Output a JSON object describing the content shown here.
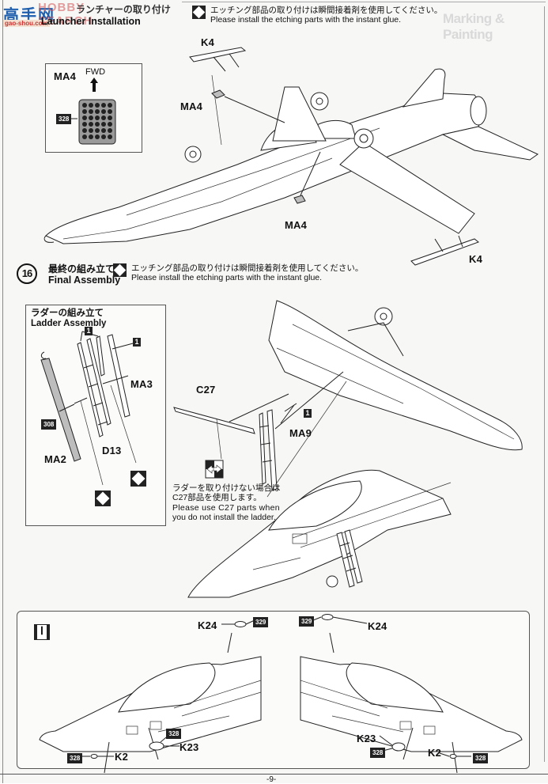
{
  "watermark": {
    "brand_cn": "高手网",
    "brand_en": "HOBBY SEARCH",
    "url": "gao-shou.com"
  },
  "background_ghost": {
    "heading": "Marking & Painting"
  },
  "section_launcher": {
    "title_jp": "ランチャーの取り付け",
    "title_en": "Launcher Installation",
    "glue_note_jp": "エッチング部品の取り付けは瞬間接着剤を使用してください。",
    "glue_note_en": "Please install the etching parts with the instant glue.",
    "inset": {
      "part_label": "MA4",
      "direction_label": "FWD",
      "color_code": "328"
    },
    "callouts": [
      "K4",
      "MA4",
      "MA4",
      "K4"
    ]
  },
  "section_final": {
    "step_number": "16",
    "title_jp": "最終の組み立て",
    "title_en": "Final Assembly",
    "glue_note_jp": "エッチング部品の取り付けは瞬間接着剤を使用してください。",
    "glue_note_en": "Please install the etching parts with the instant glue.",
    "ladder_box": {
      "title_jp": "ラダーの組み立て",
      "title_en": "Ladder Assembly",
      "callouts": {
        "bend1": "1",
        "bend2": "1",
        "ma3": "MA3",
        "color_code": "308",
        "ma2": "MA2",
        "d13": "D13"
      }
    },
    "callouts": {
      "c27": "C27",
      "ma9": "MA9",
      "bend": "1"
    },
    "alt_note_jp_1": "ラダーを取り付けない場合は",
    "alt_note_jp_2": "C27部品を使用します。",
    "alt_note_en_1": "Please use C27 parts when",
    "alt_note_en_2": "you do not install the ladder."
  },
  "section_variant": {
    "variant_mark": "Ⅰ",
    "left": {
      "k24": "K24",
      "k24_color": "329",
      "k23": "K23",
      "k23_color": "328",
      "k2": "K2",
      "k2_color": "328"
    },
    "right": {
      "k24": "K24",
      "k24_color": "329",
      "k23": "K23",
      "k23_color": "328",
      "k2": "K2",
      "k2_color": "328"
    }
  },
  "footer": {
    "page_number": "-9-"
  }
}
